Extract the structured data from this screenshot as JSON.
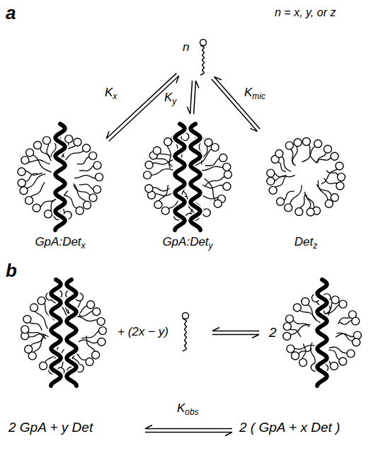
{
  "diagram": {
    "nodes": [
      {
        "text": [
          "n"
        ]
      },
      {
        "text": [
          "GpA:Det",
          "x"
        ]
      },
      {
        "text": [
          "GpA:Det",
          "y"
        ]
      },
      {
        "text": [
          "Det",
          "z"
        ]
      }
    ],
    "edges": [
      {
        "from": 0,
        "to": 1,
        "arrow": "both"
      },
      {
        "from": 0,
        "to": 2,
        "arrow": "both"
      },
      {
        "from": 0,
        "to": 3,
        "arrow": "both"
      }
    ],
    "labels": [
      "a",
      "n = x, y, or z",
      "K",
      "x",
      "K",
      "y",
      "K",
      "mic",
      "b",
      "+ (2x − y)",
      "2",
      "2 GpA + y Det",
      "K",
      "obs",
      "2 ( GpA + x Det )"
    ]
  }
}
